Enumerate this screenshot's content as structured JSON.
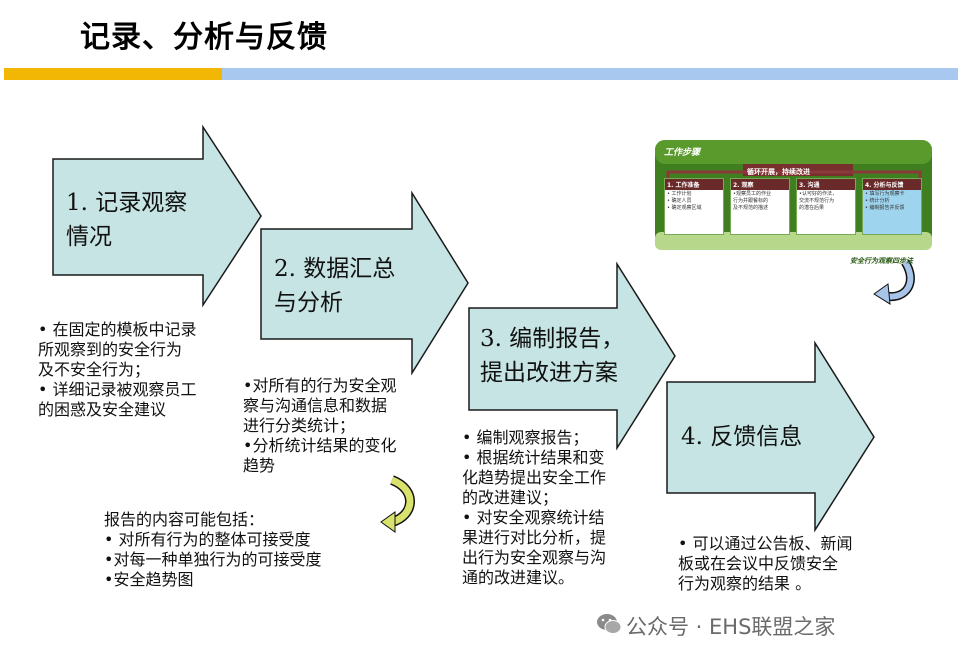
{
  "page": {
    "title": "记录、分析与反馈"
  },
  "steps": [
    {
      "label_line1": "1. 记录观察",
      "label_line2": "情况"
    },
    {
      "label_line1": "2. 数据汇总",
      "label_line2": "与分析"
    },
    {
      "label_line1": "3. 编制报告，",
      "label_line2": "提出改进方案"
    },
    {
      "label_line1": "4. 反馈信息",
      "label_line2": ""
    }
  ],
  "notes": {
    "step1": [
      "• 在固定的模板中记录",
      "所观察到的安全行为",
      "及不安全行为；",
      "• 详细记录被观察员工",
      "的困惑及安全建议"
    ],
    "step2": [
      "•对所有的行为安全观",
      "察与沟通信息和数据",
      "进行分类统计；",
      "•分析统计结果的变化",
      "趋势"
    ],
    "report": [
      "报告的内容可能包括：",
      "• 对所有行为的整体可接受度",
      "•对每一种单独行为的可接受度",
      "•安全趋势图"
    ],
    "step3": [
      "• 编制观察报告；",
      "• 根据统计结果和变",
      "化趋势提出安全工作",
      "的改进建议；",
      "• 对安全观察统计结",
      "果进行对比分析，提",
      "出行为安全观察与沟",
      "通的改进建议。"
    ],
    "step4": [
      "• 可以通过公告板、新闻",
      "板或在会议中反馈安全",
      "行为观察的结果 。"
    ]
  },
  "mini_diagram": {
    "title": "工作步骤",
    "subtitle": "循环开展，持续改进",
    "boxes": [
      {
        "header": "1. 工作准备",
        "lines": [
          "• 工作计划",
          "• 确定人员",
          "• 确定观察区域"
        ]
      },
      {
        "header": "2. 观察",
        "lines": [
          "•观察员工的作业",
          "行为并跟餐标的",
          "及不规范的描述"
        ]
      },
      {
        "header": "3. 沟通",
        "lines": [
          "•认可好的作法，",
          "交流不规范行为",
          "的潜在后果"
        ]
      },
      {
        "header": "4. 分析与反馈",
        "lines": [
          "• 填写行为观察卡",
          "• 统计分析",
          "• 编制报告并反馈"
        ]
      }
    ],
    "footer": "安全行为观察四步法"
  },
  "watermark": {
    "text": "公众号 · EHS联盟之家"
  },
  "colors": {
    "arrow_fill": "#c5e4e3",
    "arrow_stroke": "#1a1a1a",
    "accent_yellow": "#f2b705",
    "accent_blue": "#a8c8ef"
  }
}
